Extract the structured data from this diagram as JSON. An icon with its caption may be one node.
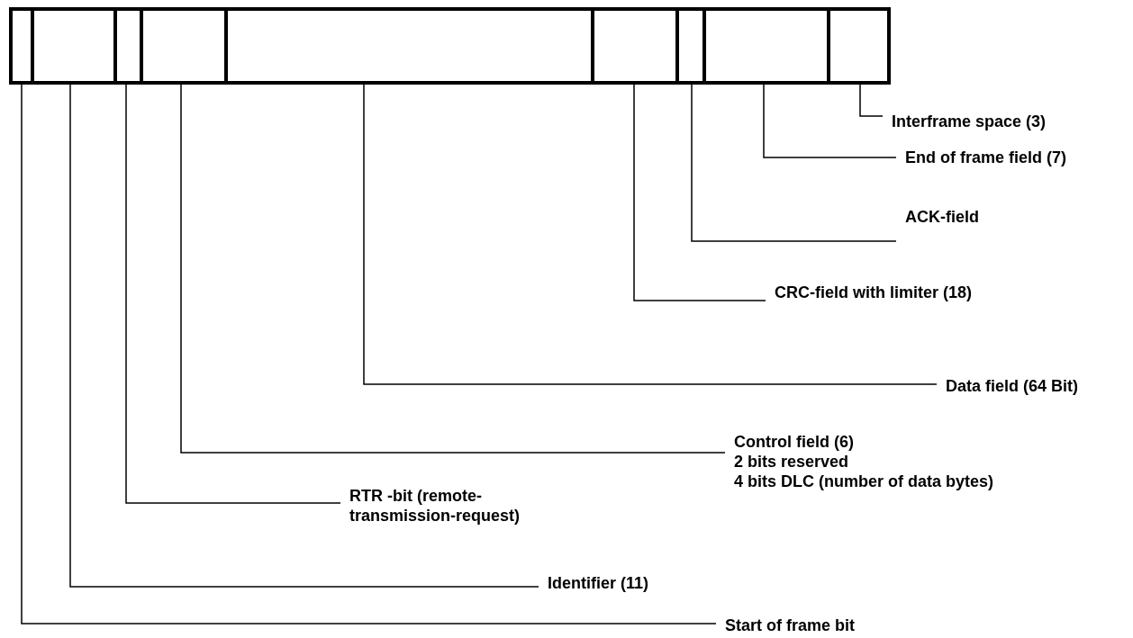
{
  "diagram": {
    "nodes": [
      {
        "text": [],
        "shape": "box"
      },
      {
        "text": [],
        "shape": "box"
      },
      {
        "text": [],
        "shape": "box"
      },
      {
        "text": [],
        "shape": "box"
      },
      {
        "text": [],
        "shape": "box"
      },
      {
        "text": [],
        "shape": "box"
      },
      {
        "text": [],
        "shape": "box"
      },
      {
        "text": [],
        "shape": "box"
      },
      {
        "text": [],
        "shape": "box"
      },
      {
        "text": [
          "Interframe space (3)"
        ]
      },
      {
        "text": [
          "End of frame field (7)"
        ]
      },
      {
        "text": [
          "ACK-field"
        ]
      },
      {
        "text": [
          "CRC-field with limiter (18)"
        ]
      },
      {
        "text": [
          "Data field (64 Bit)"
        ]
      },
      {
        "text": [
          "Control field (6)",
          "2 bits reserved",
          "4 bits DLC (number of data bytes)"
        ]
      },
      {
        "text": [
          "RTR -bit (remote-transmission-request)"
        ]
      },
      {
        "text": [
          "Identifier (11)"
        ]
      },
      {
        "text": [
          "Start of frame bit"
        ]
      }
    ],
    "edges": [
      {
        "from": 9,
        "to": 8,
        "arrow": "none"
      },
      {
        "from": 10,
        "to": 7,
        "arrow": "none"
      },
      {
        "from": 11,
        "to": 6,
        "arrow": "none"
      },
      {
        "from": 12,
        "to": 5,
        "arrow": "none"
      },
      {
        "from": 13,
        "to": 4,
        "arrow": "none"
      },
      {
        "from": 14,
        "to": 3,
        "arrow": "none"
      },
      {
        "from": 15,
        "to": 2,
        "arrow": "none"
      },
      {
        "from": 16,
        "to": 1,
        "arrow": "none"
      },
      {
        "from": 17,
        "to": 0,
        "arrow": "none"
      }
    ]
  }
}
